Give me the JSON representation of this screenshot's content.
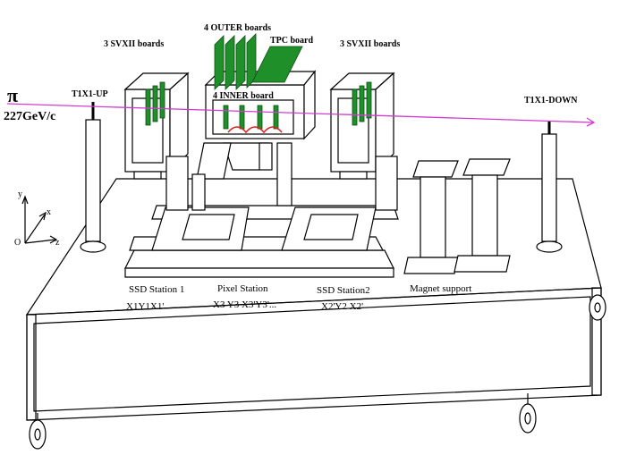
{
  "labels": {
    "pi": "π",
    "energy": "227GeV/c",
    "t1x1_up": "T1X1-UP",
    "t1x1_down": "T1X1-DOWN",
    "svx_left": "3 SVXII boards",
    "svx_right": "3 SVXII boards",
    "outer": "4 OUTER boards",
    "tpc": "TPC board",
    "inner": "4  INNER board",
    "ssd1": "SSD Station 1",
    "pixel": "Pixel Station",
    "ssd2": "SSD Station2",
    "magnet": "Magnet support",
    "ssd1_coords": "X1Y1X1'",
    "pixel_coords": "X3 Y3   X3'Y3'...",
    "ssd2_coords": "X2'Y2 X2'",
    "axis_y": "y",
    "axis_x": "x",
    "axis_z": "z",
    "axis_o": "O"
  },
  "colors": {
    "beam": "#d23cd2",
    "boards": "#1f8f2a",
    "chip": "#e02020"
  }
}
